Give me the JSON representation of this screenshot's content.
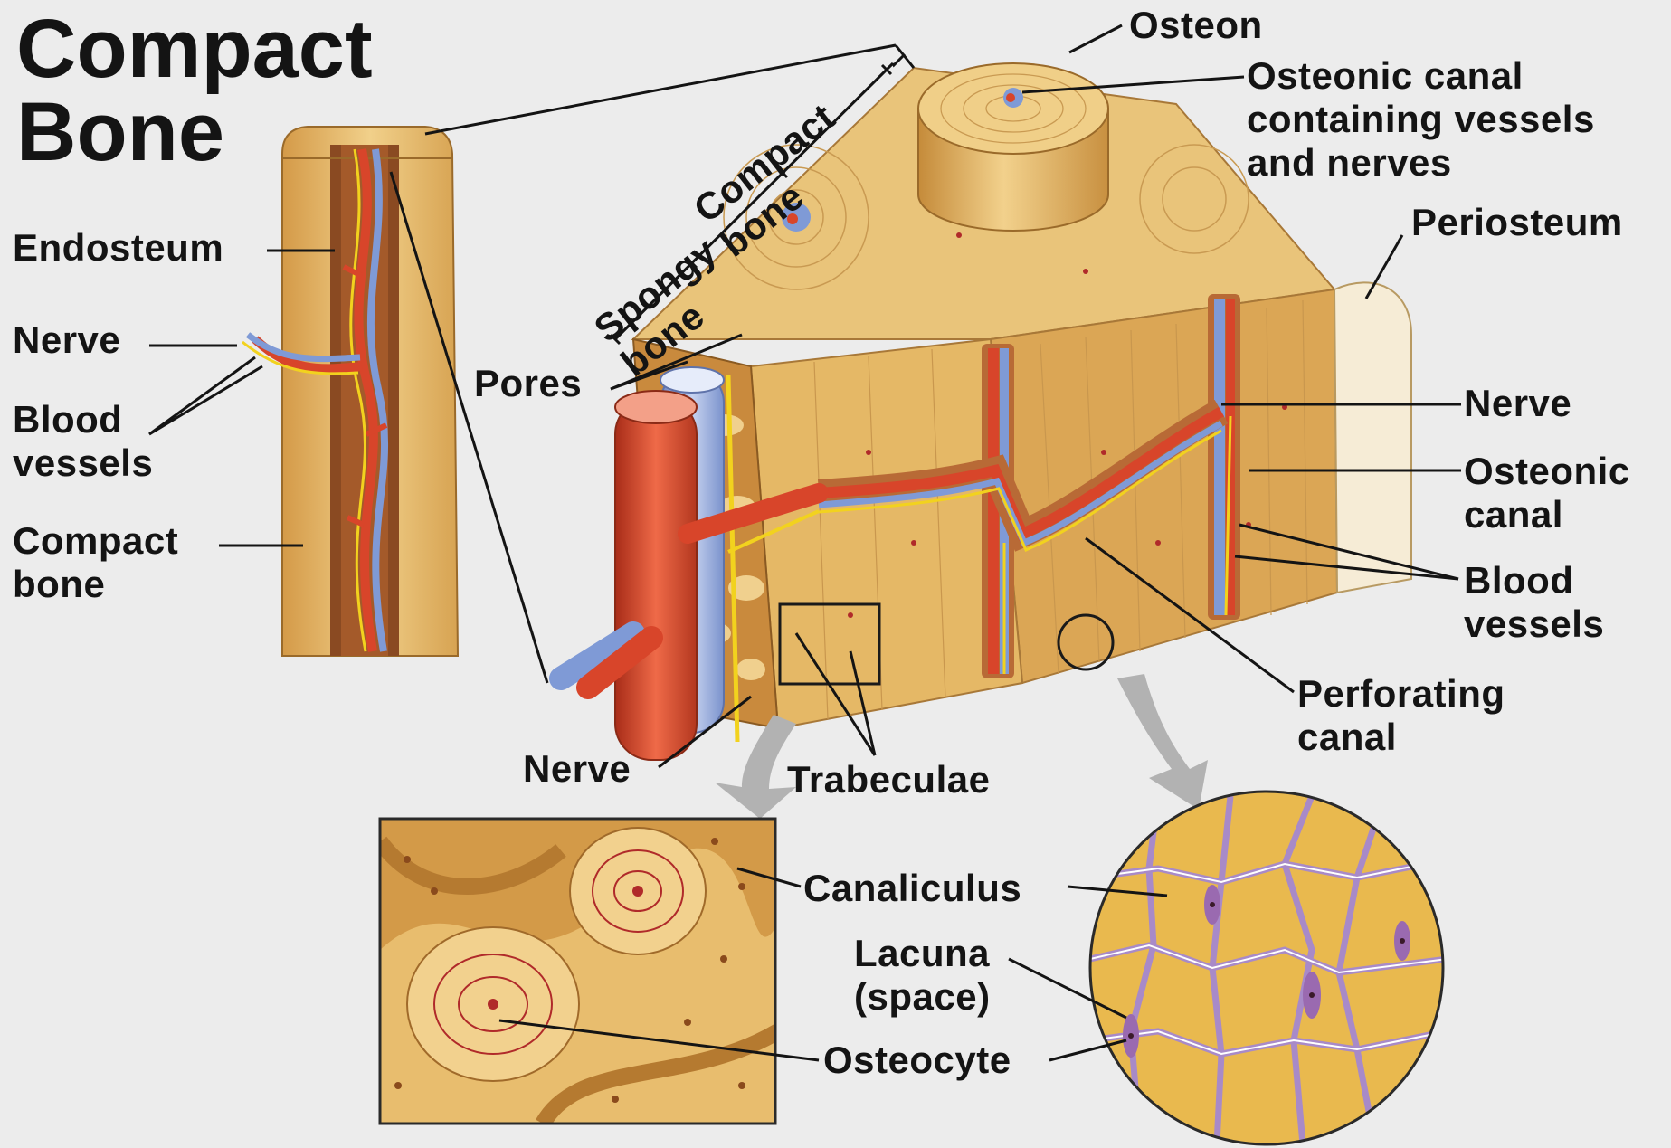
{
  "title": "Compact\nBone",
  "labels": {
    "osteon": "Osteon",
    "osteonic_canal_top": "Osteonic canal\ncontaining vessels\nand nerves",
    "periosteum": "Periosteum",
    "endosteum": "Endosteum",
    "nerve_left": "Nerve",
    "blood_vessels_left": "Blood\nvessels",
    "compact_bone_left": "Compact\nbone",
    "spongy_bone": "Spongy\nbone",
    "compact_bone_bracket": "Compact\nbone",
    "pores": "Pores",
    "nerve_right": "Nerve",
    "osteonic_canal_right": "Osteonic\ncanal",
    "blood_vessels_right": "Blood\nvessels",
    "perforating_canal": "Perforating\ncanal",
    "nerve_bottom": "Nerve",
    "trabeculae": "Trabeculae",
    "canaliculus": "Canaliculus",
    "lacuna": "Lacuna\n(space)",
    "osteocyte": "Osteocyte"
  },
  "colors": {
    "background": "#ececec",
    "bone": "#e2b45a",
    "bone_light": "#f3d89a",
    "bone_dark": "#b8822e",
    "artery": "#d8452a",
    "vein": "#7f9ad6",
    "nerve": "#f2d21e",
    "osteocyte": "#b02a2a",
    "lacuna_network": "#a88ac8"
  }
}
